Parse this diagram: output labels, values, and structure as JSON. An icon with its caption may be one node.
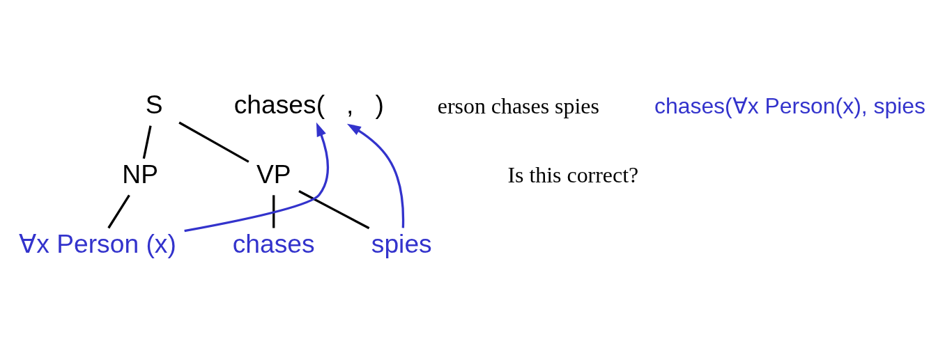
{
  "diagram": {
    "nodes": [
      {
        "text": [
          "S"
        ]
      },
      {
        "text": [
          "chases(   ,   )"
        ]
      },
      {
        "text": [
          "NP"
        ]
      },
      {
        "text": [
          "VP"
        ]
      },
      {
        "text": [
          "∀x Person (x)"
        ]
      },
      {
        "text": [
          "chases"
        ]
      },
      {
        "text": [
          "spies"
        ]
      }
    ],
    "edges": [
      {
        "from": 0,
        "to": 2,
        "arrow": "none"
      },
      {
        "from": 0,
        "to": 3,
        "arrow": "none"
      },
      {
        "from": 2,
        "to": 4,
        "arrow": "none"
      },
      {
        "from": 3,
        "to": 5,
        "arrow": "none"
      },
      {
        "from": 3,
        "to": 6,
        "arrow": "none"
      },
      {
        "from": 4,
        "to": 1,
        "arrow": "to",
        "color": "#3333cc"
      },
      {
        "from": 6,
        "to": 1,
        "arrow": "to",
        "color": "#3333cc"
      }
    ],
    "labels": [
      "erson chases spies",
      "chases(∀x Person(x), spies",
      "Is this correct?"
    ]
  }
}
